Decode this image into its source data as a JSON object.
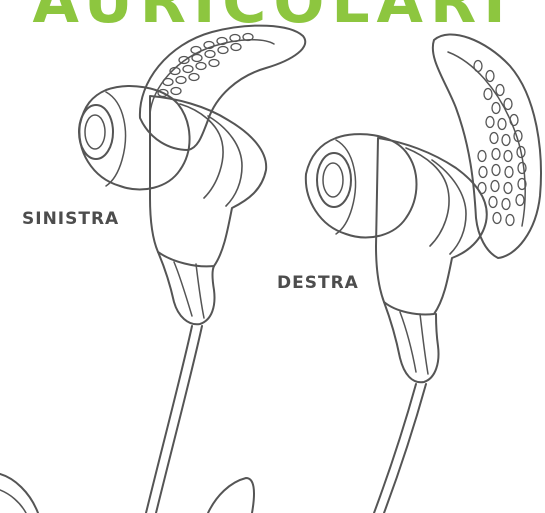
{
  "heading": "AURICOLARI",
  "labels": {
    "left": "SINISTRA",
    "right": "DESTRA"
  },
  "colors": {
    "heading": "#8dc63f",
    "label": "#4d4d4d",
    "line": "#555555"
  }
}
